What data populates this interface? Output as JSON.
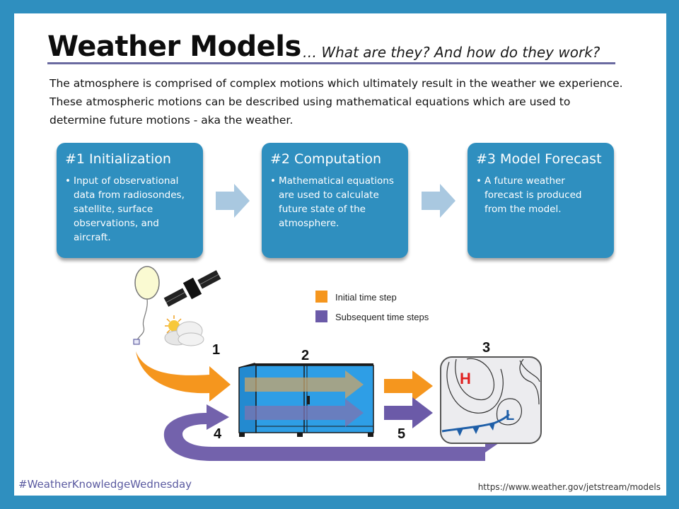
{
  "title": "Weather Models",
  "subtitle": "… What are they? And how do they work?",
  "intro": "The atmosphere is comprised of complex motions which ultimately result in the weather we experience. These atmospheric motions can be described using mathematical equations which are used to determine future motions - aka the weather.",
  "steps": [
    {
      "title": "#1 Initialization",
      "bullet": "Input of observational data from radiosondes, satellite, surface observations, and aircraft."
    },
    {
      "title": "#2 Computation",
      "bullet": "Mathematical equations are used to calculate future state of the atmosphere."
    },
    {
      "title": "#3 Model Forecast",
      "bullet": "A future weather forecast is produced from the model."
    }
  ],
  "legend": {
    "initial": "Initial time step",
    "subsequent": "Subsequent time steps"
  },
  "diagram_numbers": [
    "1",
    "2",
    "3",
    "4",
    "5"
  ],
  "map_labels": {
    "high": "H",
    "low": "L"
  },
  "colors": {
    "frame": "#2f8fbf",
    "initial": "#f5961e",
    "subsequent": "#6b5aa8",
    "computer": "#2e9ee6",
    "front": "#1f5fa8",
    "high": "#e02020"
  },
  "hashtag": "#WeatherKnowledgeWednesday",
  "url": "https://www.weather.gov/jetstream/models"
}
